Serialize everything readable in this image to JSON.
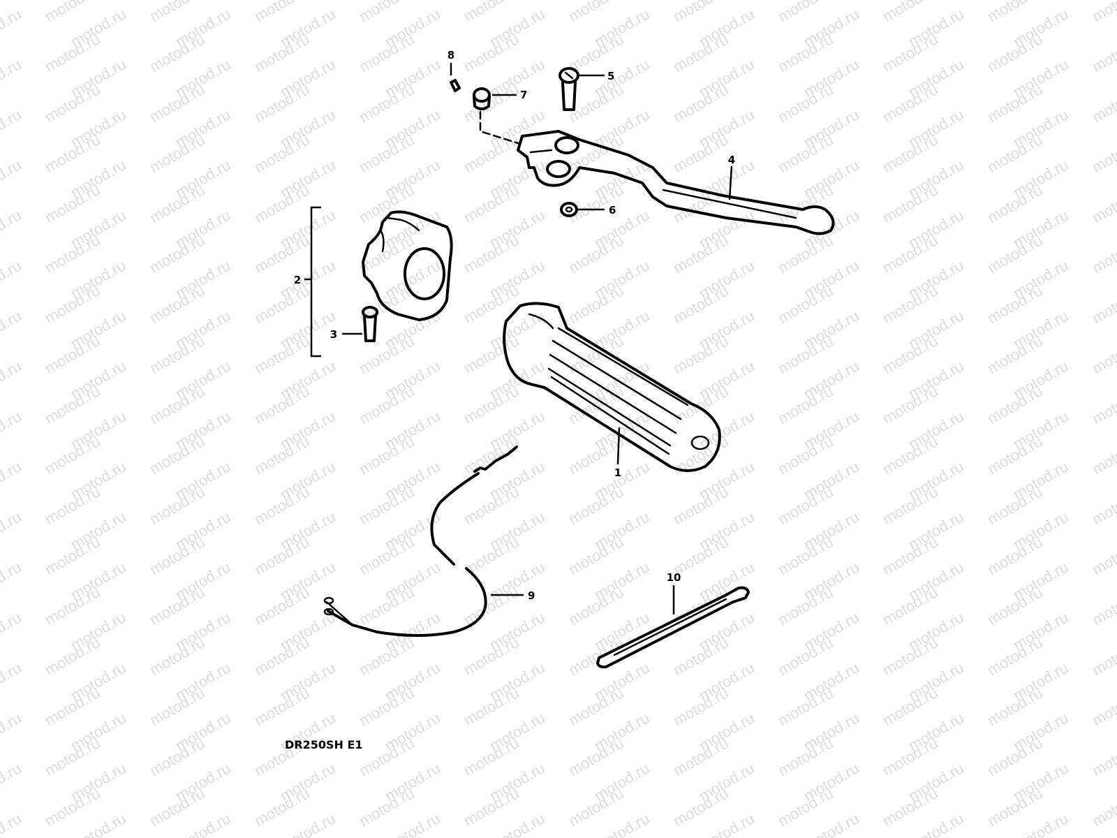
{
  "watermark": "motod.ru",
  "model_code": "DR250SH E1",
  "callouts": {
    "c1": "1",
    "c2": "2",
    "c3": "3",
    "c4": "4",
    "c5": "5",
    "c6": "6",
    "c7": "7",
    "c8": "8",
    "c9": "9",
    "c10": "10"
  },
  "colors": {
    "ink": "#000000",
    "watermark": "#dcdcdc",
    "background": "#ffffff"
  }
}
